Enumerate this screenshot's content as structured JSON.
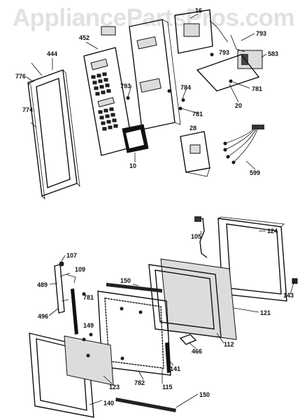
{
  "watermark": "AppliancePartsPros.com",
  "labels": {
    "p444": "444",
    "p776": "776",
    "p774": "774",
    "p452": "452",
    "p793a": "793",
    "p10": "10",
    "p16": "16",
    "p793b": "793",
    "p793c": "793",
    "p583": "583",
    "p784": "784",
    "p781a": "781",
    "p781b": "781",
    "p20": "20",
    "p28": "28",
    "p599": "599",
    "p124": "124",
    "p105": "105",
    "p143": "143",
    "p107": "107",
    "p109": "109",
    "p489": "489",
    "p150a": "150",
    "p781c": "781",
    "p496": "496",
    "p149": "149",
    "p121": "121",
    "p112": "112",
    "p466": "466",
    "p141": "141",
    "p782": "782",
    "p123": "123",
    "p115": "115",
    "p140": "140",
    "p150b": "150"
  }
}
